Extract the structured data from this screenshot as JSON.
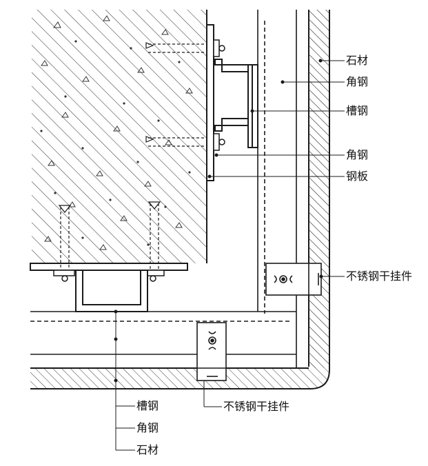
{
  "labels": {
    "right": {
      "stone": "石材",
      "angle_steel_1": "角钢",
      "channel_steel": "槽钢",
      "angle_steel_2": "角钢",
      "steel_plate": "钢板",
      "stainless_hanger": "不锈钢干挂件"
    },
    "bottom": {
      "stainless_hanger": "不锈钢干挂件",
      "channel_steel": "槽钢",
      "angle_steel": "角钢",
      "stone": "石材"
    }
  },
  "colors": {
    "line": "#1a1a1a",
    "hatch": "#444444",
    "background": "#ffffff"
  }
}
